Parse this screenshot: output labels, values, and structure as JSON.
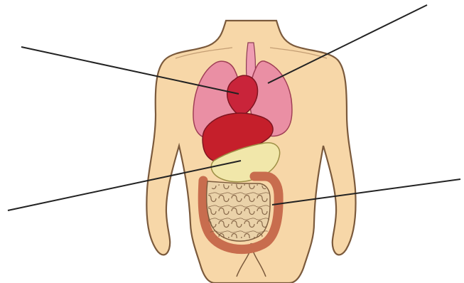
{
  "diagram": {
    "leader_lines": [
      {
        "id": "heart-leader",
        "target": "heart"
      },
      {
        "id": "lung-leader",
        "target": "lung"
      },
      {
        "id": "stomach-leader",
        "target": "stomach"
      },
      {
        "id": "intestine-leader",
        "target": "intestines"
      }
    ]
  },
  "colors": {
    "skin": "#f7d7a8",
    "skin_outline": "#7b5a3c",
    "lung": "#ea8fa4",
    "heart": "#c9243a",
    "liver": "#c51f2b",
    "stomach": "#f1e7aa",
    "small_intestine": "#ead2a9",
    "large_intestine": "#c86d4e",
    "leader_line": "#222222",
    "background": "#ffffff"
  }
}
